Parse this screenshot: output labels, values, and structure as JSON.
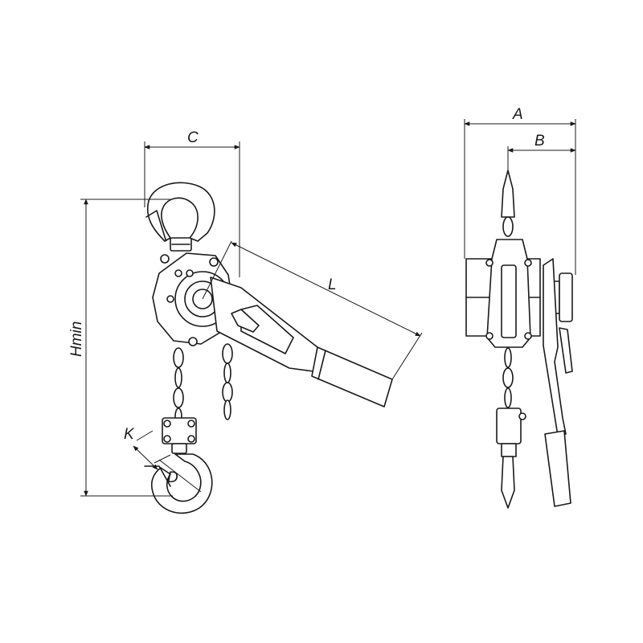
{
  "dimensions": {
    "c": "C",
    "l": "L",
    "hmin": "Hmin",
    "k": "K",
    "d": "D",
    "a": "A",
    "b": "B"
  },
  "colors": {
    "line": "#1a1a1a",
    "background": "#ffffff"
  }
}
